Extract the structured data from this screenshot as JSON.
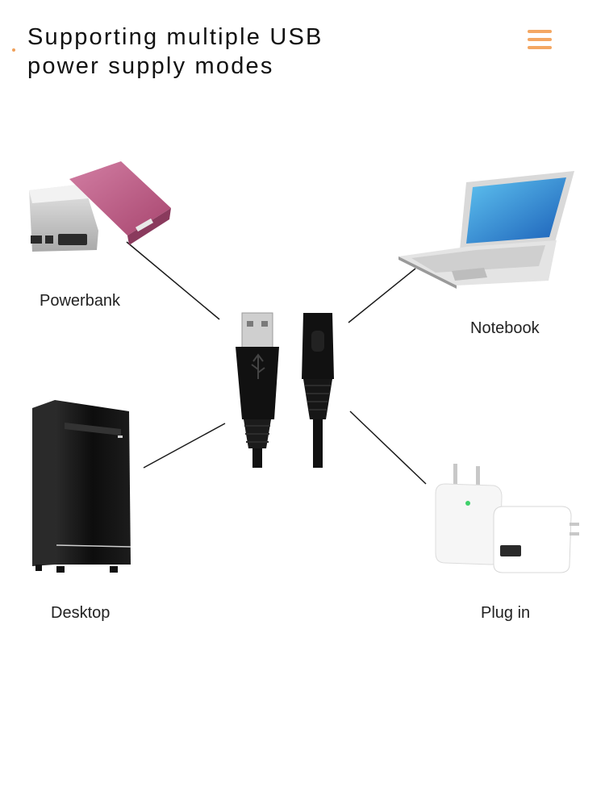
{
  "header": {
    "title_line1": "Supporting multiple USB",
    "title_line2": "power supply modes",
    "menu_icon": "hamburger-menu-icon",
    "accent_color": "#f4a763"
  },
  "devices": {
    "powerbank": "Powerbank",
    "notebook": "Notebook",
    "desktop": "Desktop",
    "plug_in": "Plug in"
  }
}
